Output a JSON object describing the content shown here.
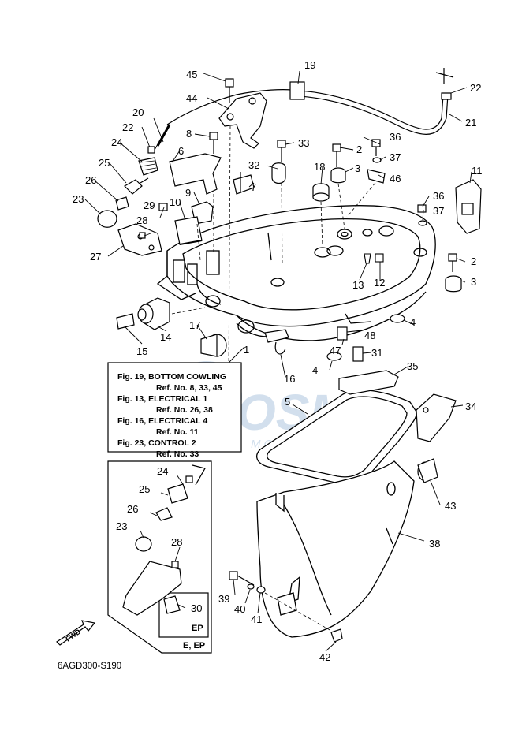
{
  "diagram": {
    "code": "6AGD300-S190",
    "inset_tag_ep": "EP",
    "inset_tag_e_ep": "E, EP",
    "fwd_label": "FWD",
    "callouts": [
      "1",
      "2",
      "3",
      "4",
      "5",
      "6",
      "7",
      "8",
      "9",
      "10",
      "11",
      "12",
      "13",
      "14",
      "15",
      "16",
      "17",
      "18",
      "19",
      "20",
      "21",
      "22",
      "23",
      "24",
      "25",
      "26",
      "27",
      "28",
      "29",
      "30",
      "31",
      "32",
      "33",
      "34",
      "35",
      "36",
      "37",
      "38",
      "39",
      "40",
      "41",
      "42",
      "43",
      "44",
      "45",
      "46",
      "47",
      "48"
    ],
    "references": [
      {
        "fig": "Fig. 19, BOTTOM COWLING",
        "ref": "Ref. No. 8, 33, 45"
      },
      {
        "fig": "Fig. 13, ELECTRICAL 1",
        "ref": "Ref. No. 26, 38"
      },
      {
        "fig": "Fig. 16, ELECTRICAL 4",
        "ref": "Ref. No. 11"
      },
      {
        "fig": "Fig. 23, CONTROL 2",
        "ref": "Ref. No. 33"
      }
    ],
    "watermark": {
      "logo": "OSM",
      "tagline": "MOTORPARTS"
    }
  }
}
